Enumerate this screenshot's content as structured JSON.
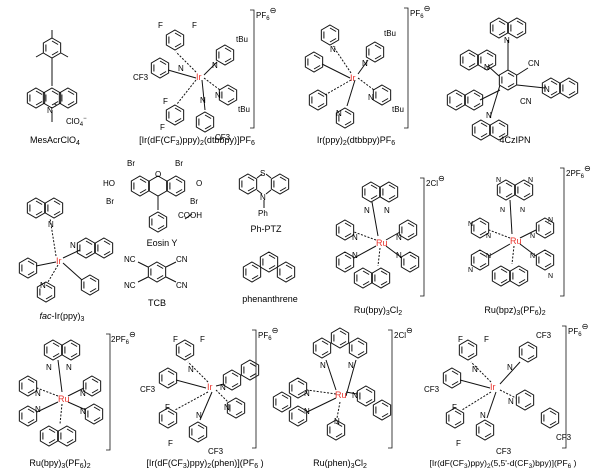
{
  "colors": {
    "bond": "#111111",
    "metal_ir": "#e8312a",
    "metal_ru": "#e8312a",
    "text": "#111111"
  },
  "compounds": [
    {
      "id": "mesacr",
      "caption": "MesAcrClO",
      "caption_sub": "4",
      "charge": "",
      "metal": "",
      "atoms": [
        "N",
        "+",
        "ClO",
        "4",
        "−"
      ]
    },
    {
      "id": "ir-dfcf3-dtbbpy",
      "caption": "[Ir(dF(CF",
      "caption_sub": "3",
      "caption_rest": ")ppy)",
      "caption_sub2": "2",
      "caption_rest2": "(dtbbpy)]PF",
      "caption_sub3": "6",
      "charge": "PF",
      "charge_sub": "6",
      "charge_sup": "⊖",
      "metal": "Ir",
      "atoms": [
        "F",
        "F",
        "F",
        "F",
        "CF3",
        "CF3",
        "N",
        "N",
        "N",
        "N",
        "tBu",
        "tBu"
      ]
    },
    {
      "id": "ir-ppy-dtbbpy",
      "caption": "Ir(ppy)",
      "caption_sub": "2",
      "caption_rest": "(dtbbpy)PF",
      "caption_sub2": "6",
      "charge": "PF",
      "charge_sub": "6",
      "charge_sup": "⊖",
      "metal": "Ir",
      "atoms": [
        "N",
        "N",
        "N",
        "N",
        "tBu",
        "tBu"
      ]
    },
    {
      "id": "4czipn",
      "caption": "4CzIPN",
      "metal": "",
      "atoms": [
        "N",
        "N",
        "N",
        "N",
        "CN",
        "CN"
      ]
    },
    {
      "id": "fac-ir-ppy3",
      "caption_italic": "fac",
      "caption": "-Ir(ppy)",
      "caption_sub": "3",
      "metal": "Ir",
      "atoms": [
        "N",
        "N",
        "N"
      ]
    },
    {
      "id": "eosin-y",
      "caption": "Eosin Y",
      "metal": "",
      "atoms": [
        "Br",
        "Br",
        "Br",
        "Br",
        "HO",
        "O",
        "O",
        "COOH"
      ]
    },
    {
      "id": "tcb",
      "caption": "TCB",
      "metal": "",
      "atoms": [
        "NC",
        "CN",
        "NC",
        "CN"
      ]
    },
    {
      "id": "ph-ptz",
      "caption": "Ph-PTZ",
      "metal": "",
      "atoms": [
        "S",
        "N",
        "Ph"
      ]
    },
    {
      "id": "phenanthrene",
      "caption": "phenanthrene",
      "metal": ""
    },
    {
      "id": "ru-bpy3cl2",
      "caption": "Ru(bpy)",
      "caption_sub": "3",
      "caption_rest": "Cl",
      "caption_sub2": "2",
      "charge": "2Cl",
      "charge_sup": "⊖",
      "metal": "Ru",
      "atoms": [
        "N",
        "N",
        "N",
        "N",
        "N",
        "N"
      ]
    },
    {
      "id": "ru-bpz3pf62",
      "caption": "Ru(bpz)",
      "caption_sub": "3",
      "caption_rest": "(PF",
      "caption_sub2": "6",
      "caption_rest2": ")",
      "caption_sub3": "2",
      "charge": "2PF",
      "charge_sub": "6",
      "charge_sup": "⊖",
      "metal": "Ru",
      "atoms": [
        "N",
        "N",
        "N",
        "N",
        "N",
        "N",
        "N",
        "N",
        "N",
        "N",
        "N",
        "N"
      ]
    },
    {
      "id": "ru-bpy3pf62",
      "caption": "Ru(bpy)",
      "caption_sub": "3",
      "caption_rest": "(PF",
      "caption_sub2": "6",
      "caption_rest2": ")",
      "caption_sub3": "2",
      "charge": "2PF",
      "charge_sub": "6",
      "charge_sup": "⊖",
      "metal": "Ru",
      "atoms": [
        "N",
        "N",
        "N",
        "N",
        "N",
        "N"
      ]
    },
    {
      "id": "ir-dfcf3-phen",
      "caption": "[Ir(dF(CF",
      "caption_sub": "3",
      "caption_rest": ")ppy)",
      "caption_sub2": "2",
      "caption_rest2": "(phen)](PF",
      "caption_sub3": "6",
      "caption_rest3": " )",
      "charge": "PF",
      "charge_sub": "6",
      "charge_sup": "⊖",
      "metal": "Ir",
      "atoms": [
        "F",
        "F",
        "F",
        "F",
        "CF3",
        "CF3",
        "N",
        "N",
        "N",
        "N"
      ]
    },
    {
      "id": "ru-phen3cl2",
      "caption": "Ru(phen)",
      "caption_sub": "3",
      "caption_rest": "Cl",
      "caption_sub2": "2",
      "charge": "2Cl",
      "charge_sup": "⊖",
      "metal": "Ru",
      "atoms": [
        "N",
        "N",
        "N",
        "N",
        "N",
        "N"
      ]
    },
    {
      "id": "ir-dfcf3-5dcf3bpy",
      "caption": "[Ir(dF(CF",
      "caption_sub": "3",
      "caption_rest": ")ppy)",
      "caption_sub2": "2",
      "caption_rest2": "(5,5'-d(CF",
      "caption_sub3": "3",
      "caption_rest3": ")bpy)](PF",
      "caption_sub4": "6",
      "caption_rest4": " )",
      "charge": "PF",
      "charge_sub": "6",
      "charge_sup": "⊖",
      "metal": "Ir",
      "atoms": [
        "F",
        "F",
        "F",
        "F",
        "CF3",
        "CF3",
        "CF3",
        "CF3",
        "N",
        "N",
        "N",
        "N"
      ]
    }
  ]
}
